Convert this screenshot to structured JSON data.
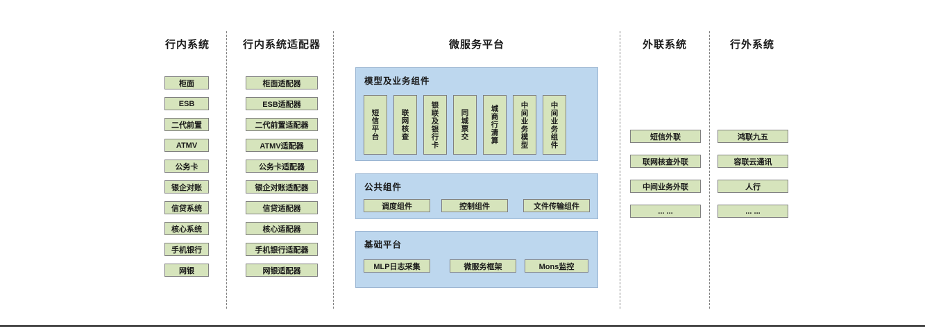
{
  "columns": [
    {
      "header": "行内系统",
      "items": [
        "柜面",
        "ESB",
        "二代前置",
        "ATMV",
        "公务卡",
        "银企对账",
        "信贷系统",
        "核心系统",
        "手机银行",
        "网银"
      ]
    },
    {
      "header": "行内系统适配器",
      "items": [
        "柜面适配器",
        "ESB适配器",
        "二代前置适配器",
        "ATMV适配器",
        "公务卡适配器",
        "银企对账适配器",
        "信贷适配器",
        "核心适配器",
        "手机银行适配器",
        "网银适配器"
      ]
    },
    {
      "header": "微服务平台",
      "panels": [
        {
          "title": "模型及业务组件",
          "items": [
            "短信平台",
            "联网核查",
            "银联及银行卡",
            "同城票交",
            "城商行清算",
            "中间业务模型",
            "中间业务组件"
          ]
        },
        {
          "title": "公共组件",
          "items": [
            "调度组件",
            "控制组件",
            "文件传输组件"
          ]
        },
        {
          "title": "基础平台",
          "items": [
            "MLP日志采集",
            "微服务框架",
            "Mons监控"
          ]
        }
      ]
    },
    {
      "header": "外联系统",
      "items": [
        "短信外联",
        "联网核查外联",
        "中间业务外联",
        "... ..."
      ]
    },
    {
      "header": "行外系统",
      "items": [
        "鸿联九五",
        "容联云通讯",
        "人行",
        "... ..."
      ]
    }
  ],
  "colors": {
    "node_fill": "#d6e4bc",
    "node_border": "#808080",
    "panel_fill": "#bdd7ee",
    "panel_border": "#9ab5d2"
  }
}
